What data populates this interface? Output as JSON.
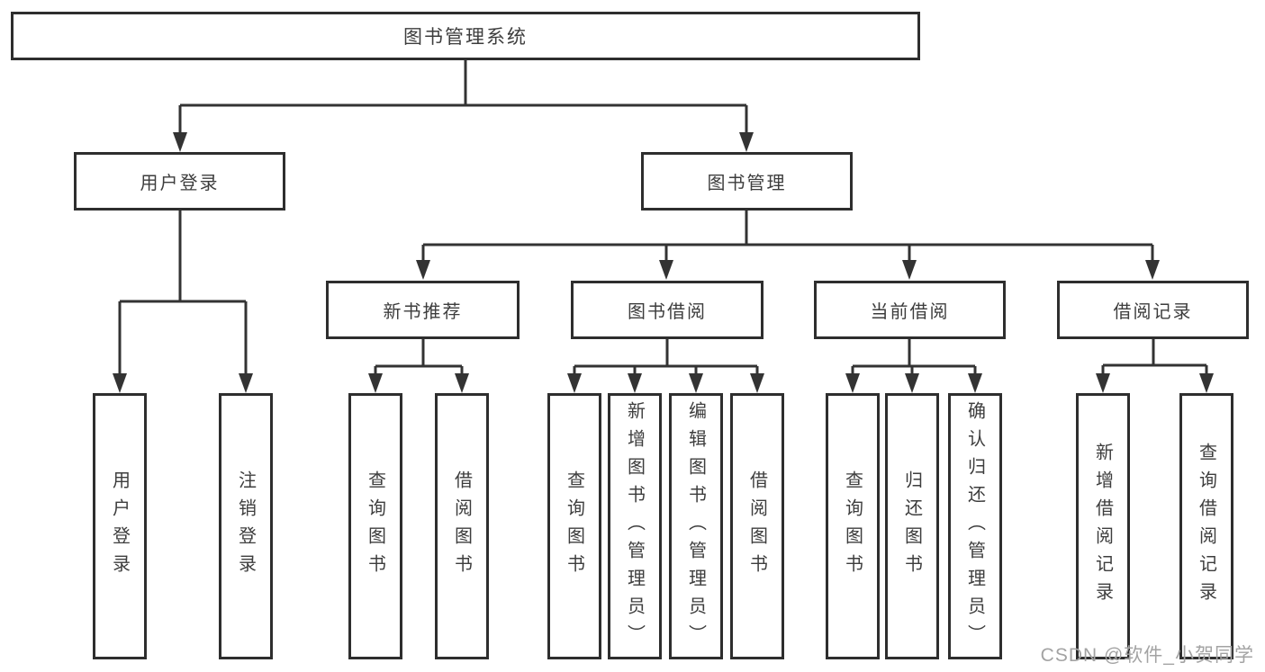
{
  "diagram": {
    "title": "图书管理系统",
    "colors": {
      "line": "#333333",
      "box_border": "#2e2e2e",
      "box_fill": "#ffffff",
      "text": "#3d3d3d",
      "watermark": "#a3a3a3",
      "background": "#ffffff"
    },
    "nodes": {
      "root": {
        "label": "图书管理系统"
      },
      "user_login": {
        "label": "用户登录"
      },
      "book_mgmt": {
        "label": "图书管理"
      },
      "new_book_rec": {
        "label": "新书推荐"
      },
      "book_borrow": {
        "label": "图书借阅"
      },
      "current_borrow": {
        "label": "当前借阅"
      },
      "borrow_records": {
        "label": "借阅记录"
      },
      "leaf_user_login": {
        "label": "用户登录"
      },
      "leaf_logout": {
        "label": "注销登录"
      },
      "leaf_query_book_1": {
        "label": "查询图书"
      },
      "leaf_borrow_book_1": {
        "label": "借阅图书"
      },
      "leaf_query_book_2": {
        "label": "查询图书"
      },
      "leaf_add_book": {
        "label": "新增图书（管理员）"
      },
      "leaf_edit_book": {
        "label": "编辑图书（管理员）"
      },
      "leaf_borrow_book_2": {
        "label": "借阅图书"
      },
      "leaf_query_book_3": {
        "label": "查询图书"
      },
      "leaf_return_book": {
        "label": "归还图书"
      },
      "leaf_confirm_return": {
        "label": "确认归还（管理员）"
      },
      "leaf_add_record": {
        "label": "新增借阅记录"
      },
      "leaf_query_record": {
        "label": "查询借阅记录"
      }
    },
    "hierarchy": {
      "root": [
        "user_login",
        "book_mgmt"
      ],
      "user_login": [
        "leaf_user_login",
        "leaf_logout"
      ],
      "book_mgmt": [
        "new_book_rec",
        "book_borrow",
        "current_borrow",
        "borrow_records"
      ],
      "new_book_rec": [
        "leaf_query_book_1",
        "leaf_borrow_book_1"
      ],
      "book_borrow": [
        "leaf_query_book_2",
        "leaf_add_book",
        "leaf_edit_book",
        "leaf_borrow_book_2"
      ],
      "current_borrow": [
        "leaf_query_book_3",
        "leaf_return_book",
        "leaf_confirm_return"
      ],
      "borrow_records": [
        "leaf_add_record",
        "leaf_query_record"
      ]
    },
    "watermark": "CSDN @软件_小贺同学"
  }
}
